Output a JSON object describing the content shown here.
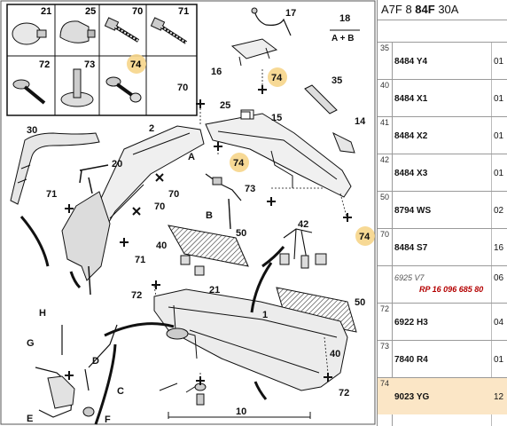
{
  "header": {
    "prefix": "A7F 8 ",
    "bold": "84F",
    "suffix": " 30A"
  },
  "callouts": {
    "c21": "21",
    "c25": "25",
    "c70": "70",
    "c71": "71",
    "c72": "72",
    "c73": "73",
    "c74": "74",
    "c1": "1",
    "c2": "2",
    "c10": "10",
    "c14": "14",
    "c15": "15",
    "c16": "16",
    "c17": "17",
    "c18": "18",
    "c18sub": "A + B",
    "c20": "20",
    "c30": "30",
    "c35": "35",
    "c40": "40",
    "c42": "42",
    "c50": "50",
    "cA": "A",
    "cB": "B",
    "cC": "C",
    "cD": "D",
    "cE": "E",
    "cF": "F",
    "cG": "G",
    "cH": "H"
  },
  "parts": [
    {
      "index": "35",
      "code": "8484 Y4",
      "qty": "01"
    },
    {
      "index": "40",
      "code": "8484 X1",
      "qty": "01"
    },
    {
      "index": "41",
      "code": "8484 X2",
      "qty": "01"
    },
    {
      "index": "42",
      "code": "8484 X3",
      "qty": "01"
    },
    {
      "index": "50",
      "code": "8794 WS",
      "qty": "02"
    },
    {
      "index": "70",
      "code": "8484 S7",
      "qty": "16"
    },
    {
      "index": "",
      "code": "6925 V7",
      "ref": "RP 16 096 685 80",
      "qty": "06"
    },
    {
      "index": "72",
      "code": "6922 H3",
      "qty": "04"
    },
    {
      "index": "73",
      "code": "7840 R4",
      "qty": "01"
    },
    {
      "index": "74",
      "code": "9023 YG",
      "qty": "12"
    }
  ],
  "colors": {
    "highlight": "#f6d58a",
    "row_highlight": "#fbe6c6",
    "ink": "#111111"
  }
}
